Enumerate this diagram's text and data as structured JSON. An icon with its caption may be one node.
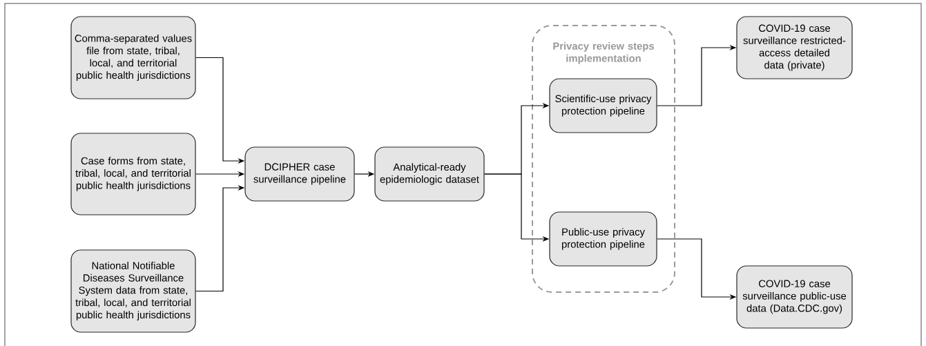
{
  "diagram": {
    "nodes": [
      {
        "text": [
          "Comma-separated values file from state, tribal, local, and territorial public health jurisdictions"
        ]
      },
      {
        "text": [
          "Case forms from state, tribal, local, and territorial public health jurisdictions"
        ]
      },
      {
        "text": [
          "National Notifiable Diseases Surveillance System data from state, tribal, local, and territorial public health jurisdictions"
        ]
      },
      {
        "text": [
          "DCIPHER case surveillance pipeline"
        ]
      },
      {
        "text": [
          "Analytical-ready epidemiologic dataset"
        ]
      },
      {
        "text": [
          "Privacy review steps implementation"
        ]
      },
      {
        "text": [
          "Scientific-use privacy protection pipeline"
        ],
        "in": 5
      },
      {
        "text": [
          "Public-use privacy protection pipeline"
        ],
        "in": 5
      },
      {
        "text": [
          "COVID-19 case surveillance restricted-access detailed data (private)"
        ]
      },
      {
        "text": [
          "COVID-19 case surveillance public-use data (Data.CDC.gov)"
        ]
      }
    ],
    "edges": [
      {
        "from": 0,
        "to": 3,
        "arrow": "to"
      },
      {
        "from": 1,
        "to": 3,
        "arrow": "to"
      },
      {
        "from": 2,
        "to": 3,
        "arrow": "to"
      },
      {
        "from": 3,
        "to": 4,
        "arrow": "to"
      },
      {
        "from": 4,
        "to": 6,
        "arrow": "to"
      },
      {
        "from": 4,
        "to": 7,
        "arrow": "to"
      },
      {
        "from": 6,
        "to": 8,
        "arrow": "to"
      },
      {
        "from": 7,
        "to": 9,
        "arrow": "to"
      }
    ]
  }
}
